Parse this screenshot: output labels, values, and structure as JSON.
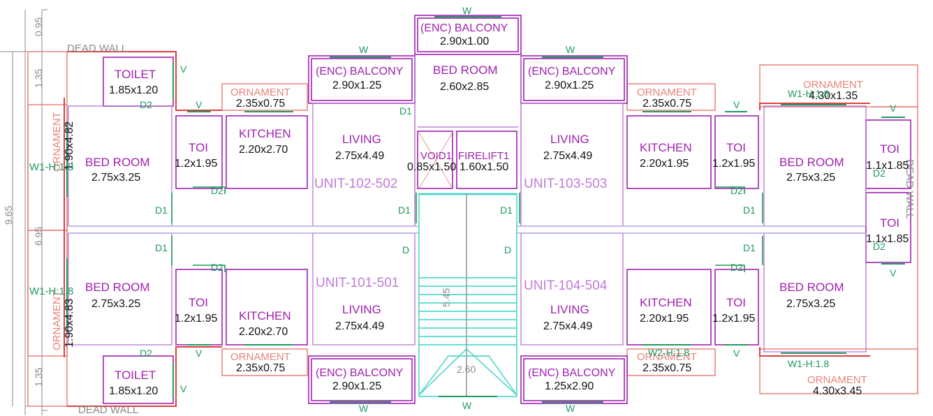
{
  "colors": {
    "wall": "#a020b0",
    "room_line": "#b06ad0",
    "outer": "#d94040",
    "ornament": "#e8837a",
    "openings": "#1d9a5e",
    "dimension": "#8a8a8a",
    "stair": "#36d4c4",
    "corridor": "#b9a6e6"
  },
  "units": [
    {
      "code": "UNIT-102-502",
      "rooms": [
        {
          "name": "TOILET",
          "size": "1.85x1.20"
        },
        {
          "name": "BED ROOM",
          "size": "2.75x3.25"
        },
        {
          "name": "TOI",
          "size": "1.2x1.95"
        },
        {
          "name": "KITCHEN",
          "size": "2.20x2.70"
        },
        {
          "name": "LIVING",
          "size": "2.75x4.49"
        },
        {
          "name": "(ENC) BALCONY",
          "size": "2.90x1.25"
        }
      ],
      "ornament": {
        "label": "ORNAMENT",
        "size": "2.35x0.75"
      }
    },
    {
      "code": "UNIT-103-503",
      "rooms": [
        {
          "name": "LIVING",
          "size": "2.75x4.49"
        },
        {
          "name": "(ENC) BALCONY",
          "size": "2.90x1.25"
        },
        {
          "name": "KITCHEN",
          "size": "2.20x1.95"
        },
        {
          "name": "TOI",
          "size": "1.2x1.95"
        },
        {
          "name": "BED ROOM",
          "size": "2.75x3.25"
        },
        {
          "name": "TOI",
          "size": "1.1x1.85"
        }
      ],
      "ornament": {
        "label": "ORNAMENT",
        "size": "2.35x0.75"
      }
    },
    {
      "code": "UNIT-101-501",
      "rooms": [
        {
          "name": "BED ROOM",
          "size": "2.75x3.25"
        },
        {
          "name": "TOI",
          "size": "1.2x1.95"
        },
        {
          "name": "KITCHEN",
          "size": "2.20x2.70"
        },
        {
          "name": "LIVING",
          "size": "2.75x4.49"
        },
        {
          "name": "(ENC) BALCONY",
          "size": "2.90x1.25"
        },
        {
          "name": "TOILET",
          "size": "1.85x1.20"
        }
      ],
      "ornament": {
        "label": "ORNAMENT",
        "size": "2.35x0.75"
      }
    },
    {
      "code": "UNIT-104-504",
      "rooms": [
        {
          "name": "LIVING",
          "size": "2.75x4.49"
        },
        {
          "name": "(ENC) BALCONY",
          "size": "1.25x2.90"
        },
        {
          "name": "KITCHEN",
          "size": "2.20x1.95"
        },
        {
          "name": "TOI",
          "size": "1.2x1.95"
        },
        {
          "name": "BED ROOM",
          "size": "2.75x3.25"
        },
        {
          "name": "TOI",
          "size": "1.1x1.85"
        }
      ],
      "ornament": {
        "label": "ORNAMENT",
        "size": "2.35x0.75"
      }
    }
  ],
  "center": {
    "balcony": {
      "name": "(ENC) BALCONY",
      "size": "2.90x1.00"
    },
    "bedroom": {
      "name": "BED ROOM",
      "size": "2.60x2.85"
    },
    "void": {
      "name": "VOID1",
      "size": "0.85x1.50"
    },
    "lift": {
      "name": "FIRELIFT1",
      "size": "1.60x1.50"
    },
    "stair_len": "5.45",
    "stair_width": "2.60"
  },
  "ornaments_right": [
    {
      "label": "ORNAMENT",
      "size": "4.30x1.35"
    },
    {
      "label": "ORNAMENT",
      "size": "4.30x3.45"
    }
  ],
  "side_ornaments": [
    {
      "label": "ORNAMENT",
      "size": "1.90x4.82"
    },
    {
      "label": "ORNAMENT",
      "size": "1.90x4.83"
    }
  ],
  "dead_wall": "DEAD WALL",
  "dims_left": {
    "total": "9.65",
    "top": "0.95",
    "upper": "1.35",
    "middle": "6.95",
    "lower": "1.35"
  },
  "window_labels": {
    "w": "W",
    "v": "V",
    "d": "D",
    "d1": "D1",
    "d2": "D2",
    "w1_a": "W1-H:1.8",
    "w1_b": "W1-H:1.8",
    "w1_c": "W1-H:1.8",
    "w1_d": "W1-H:1.8",
    "w2": "W2-H:1.8"
  }
}
